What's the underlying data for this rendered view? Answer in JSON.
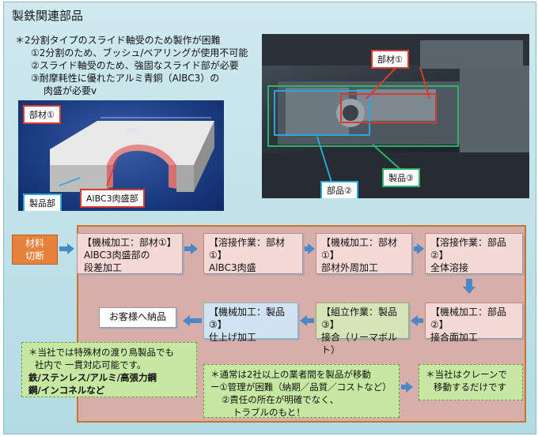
{
  "title": "製鉄関連部品",
  "intro": {
    "line1": "＊2分割タイプのスライド軸受のため製作が困難",
    "line2": "①2分割のため、ブッシュ/ベアリングが使用不可能",
    "line3": "②スライド軸受のため、強固なスライド部が必要",
    "line4": "③耐摩耗性に優れたアルミ青銅（AlBC3）の",
    "line5": "肉盛が必要v"
  },
  "cad": {
    "tag_part1": "部材①",
    "tag_product": "製品部",
    "tag_overlay": "AlBC3肉盛部",
    "dim": "700"
  },
  "photo": {
    "tag_part1": "部材①",
    "tag_part2": "部品②",
    "tag_product3": "製品③"
  },
  "flow": {
    "material": "材料\n切断",
    "steps": [
      {
        "head": "【機械加工：部材①】",
        "body": "AlBC3肉盛部の\n段差加工"
      },
      {
        "head": "【溶接作業：部材①】",
        "body": "AlBC3肉盛"
      },
      {
        "head": "【機械加工：部材①】",
        "body": "部材外周加工"
      },
      {
        "head": "【溶接作業：部品②】",
        "body": "全体溶接"
      },
      {
        "head": "【機械加工：部品②】",
        "body": "接合面加工"
      },
      {
        "head": "【組立作業：製品③】",
        "body": "接合（リーマボルト）"
      },
      {
        "head": "【機械加工：製品③】",
        "body": "仕上げ加工"
      }
    ],
    "delivery": "お客様へ納品"
  },
  "notes": {
    "left_l1": "＊当社では特殊材の渡り鳥製品でも",
    "left_l2": "社内で 一貫対応可能です。",
    "left_l3": "鉄/ステンレス/アルミ/高張力鋼",
    "left_l4": "鋼/インコネルなど",
    "mid_l1": "＊通常は2社以上の業者間を製品が移動",
    "mid_l2": "ー①管理が困難（納期／品質／コストなど）",
    "mid_l3": "②責任の所在が明確でなく、",
    "mid_l4": "トラブルのもと！",
    "right_l1": "＊当社はクレーンで",
    "right_l2": "移動するだけです"
  },
  "colors": {
    "accent_red": "#d93a2f",
    "accent_blue": "#2aa6d8",
    "accent_green": "#2fb36b",
    "arrow": "#4a89c8",
    "material_box": "#e8823a"
  }
}
